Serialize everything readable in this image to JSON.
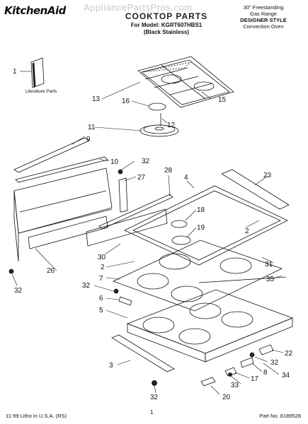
{
  "header": {
    "brand": "KitchenAid",
    "watermark": "AppliancePartsPros.com",
    "title": "COOKTOP PARTS",
    "model_line": "For Model: KGRT607HBS1",
    "finish": "(Black Stainless)"
  },
  "spec": {
    "line1": "30\" Freestanding",
    "line2": "Gas Range",
    "line3": "DESIGNER STYLE",
    "line4": "Convection Oven"
  },
  "literature": {
    "label": "Literature Parts"
  },
  "callouts": {
    "c1": "1",
    "c2a": "2",
    "c2b": "2",
    "c3": "3",
    "c4": "4",
    "c5": "5",
    "c6": "6",
    "c7": "7",
    "c8": "8",
    "c9": "9",
    "c10": "10",
    "c11": "11",
    "c12": "12",
    "c13": "13",
    "c15": "15",
    "c16": "16",
    "c17": "17",
    "c18": "18",
    "c19": "19",
    "c20": "20",
    "c22": "22",
    "c23": "23",
    "c26": "26",
    "c27": "27",
    "c28": "28",
    "c30": "30",
    "c31": "31",
    "c32a": "32",
    "c32b": "32",
    "c32c": "32",
    "c32d": "32",
    "c32e": "32",
    "c33": "33",
    "c34": "34",
    "c35": "35"
  },
  "footer": {
    "left": "11-99 Litho in U.S.A. (RS)",
    "page": "1",
    "part_no": "Part No. 8189528"
  }
}
